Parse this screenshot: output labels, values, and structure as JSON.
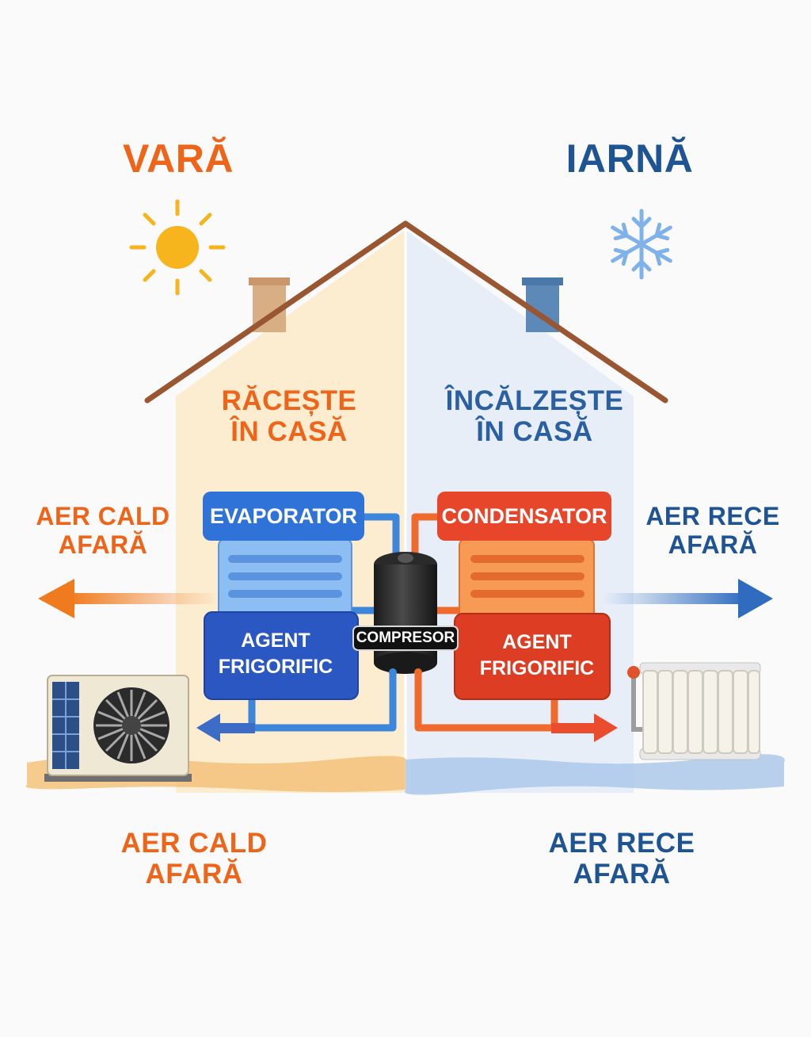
{
  "seasons": {
    "summer": {
      "title": "VARĂ",
      "icon": "sun-icon",
      "color": "#ee6418"
    },
    "winter": {
      "title": "IARNĂ",
      "icon": "snowflake-icon",
      "color": "#1f5494"
    }
  },
  "house": {
    "left_caption": [
      "RĂCEȘTE",
      "ÎN CASĂ"
    ],
    "right_caption": [
      "ÎNCĂLZEȘTE",
      "ÎN CASĂ"
    ]
  },
  "side_labels": {
    "left": [
      "AER CALD",
      "AFARĂ"
    ],
    "right": [
      "AER RECE",
      "AFARĂ"
    ]
  },
  "units": {
    "evaporator": {
      "title": "EVAPORATOR",
      "body": [
        "AGENT",
        "FRIGORIFIC"
      ],
      "color": "#2f73d8"
    },
    "condenser": {
      "title": "CONDENSATOR",
      "body": [
        "AGENT",
        "FRIGORIFIC"
      ],
      "color": "#e8462a"
    },
    "compressor": {
      "title": "COMPRESOR"
    }
  },
  "bottom_labels": {
    "left": [
      "AER CALD",
      "AFARĂ"
    ],
    "right": [
      "AER RECE",
      "AFARĂ"
    ]
  },
  "colors": {
    "orange": "#ee6418",
    "blue": "#1f5494",
    "warm_wall": "#fbe9c8",
    "cool_wall": "#e6ecf7",
    "roof": "#9a5531"
  }
}
